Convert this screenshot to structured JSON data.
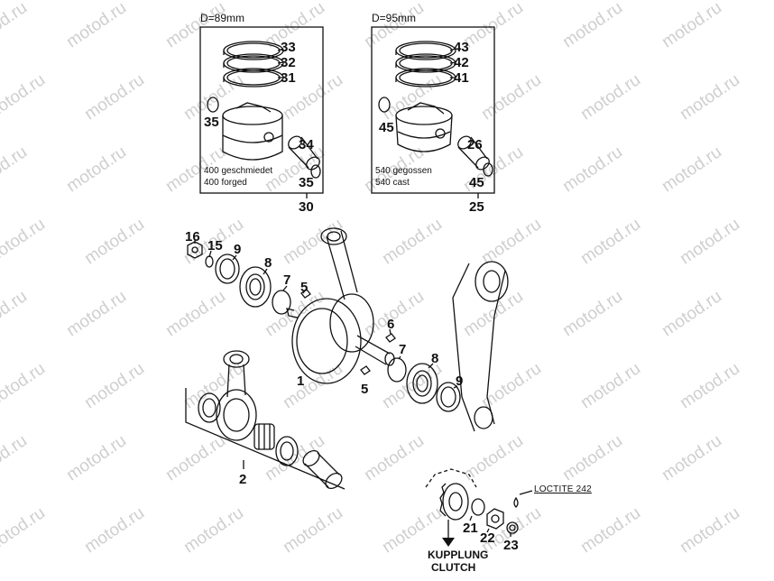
{
  "watermark": "motod.ru",
  "piston_kit_89": {
    "dimension": "D=89mm",
    "variant_de": "400 geschmiedet",
    "variant_en": "400 forged",
    "kit_number": "30",
    "rings": [
      "33",
      "32",
      "31"
    ],
    "circlip_top": "35",
    "pin": "34",
    "circlip_bottom": "35"
  },
  "piston_kit_95": {
    "dimension": "D=95mm",
    "variant_de": "540 gegossen",
    "variant_en": "540 cast",
    "kit_number": "25",
    "rings": [
      "43",
      "42",
      "41"
    ],
    "circlip_top": "45",
    "pin": "26",
    "circlip_bottom": "45"
  },
  "crankshaft_parts": {
    "p16": "16",
    "p15": "15",
    "p9_left": "9",
    "p8_left": "8",
    "p7_left": "7",
    "p5_top": "5",
    "p1": "1",
    "p6": "6",
    "p7_right": "7",
    "p8_right": "8",
    "p5_bottom": "5",
    "p9_right": "9"
  },
  "connecting_rod_kit": {
    "number": "2"
  },
  "gear_parts": {
    "p21": "21",
    "p22": "22",
    "p23": "23",
    "loctite": "LOCTITE 242"
  },
  "clutch_label": {
    "de": "KUPPLUNG",
    "en": "CLUTCH"
  }
}
